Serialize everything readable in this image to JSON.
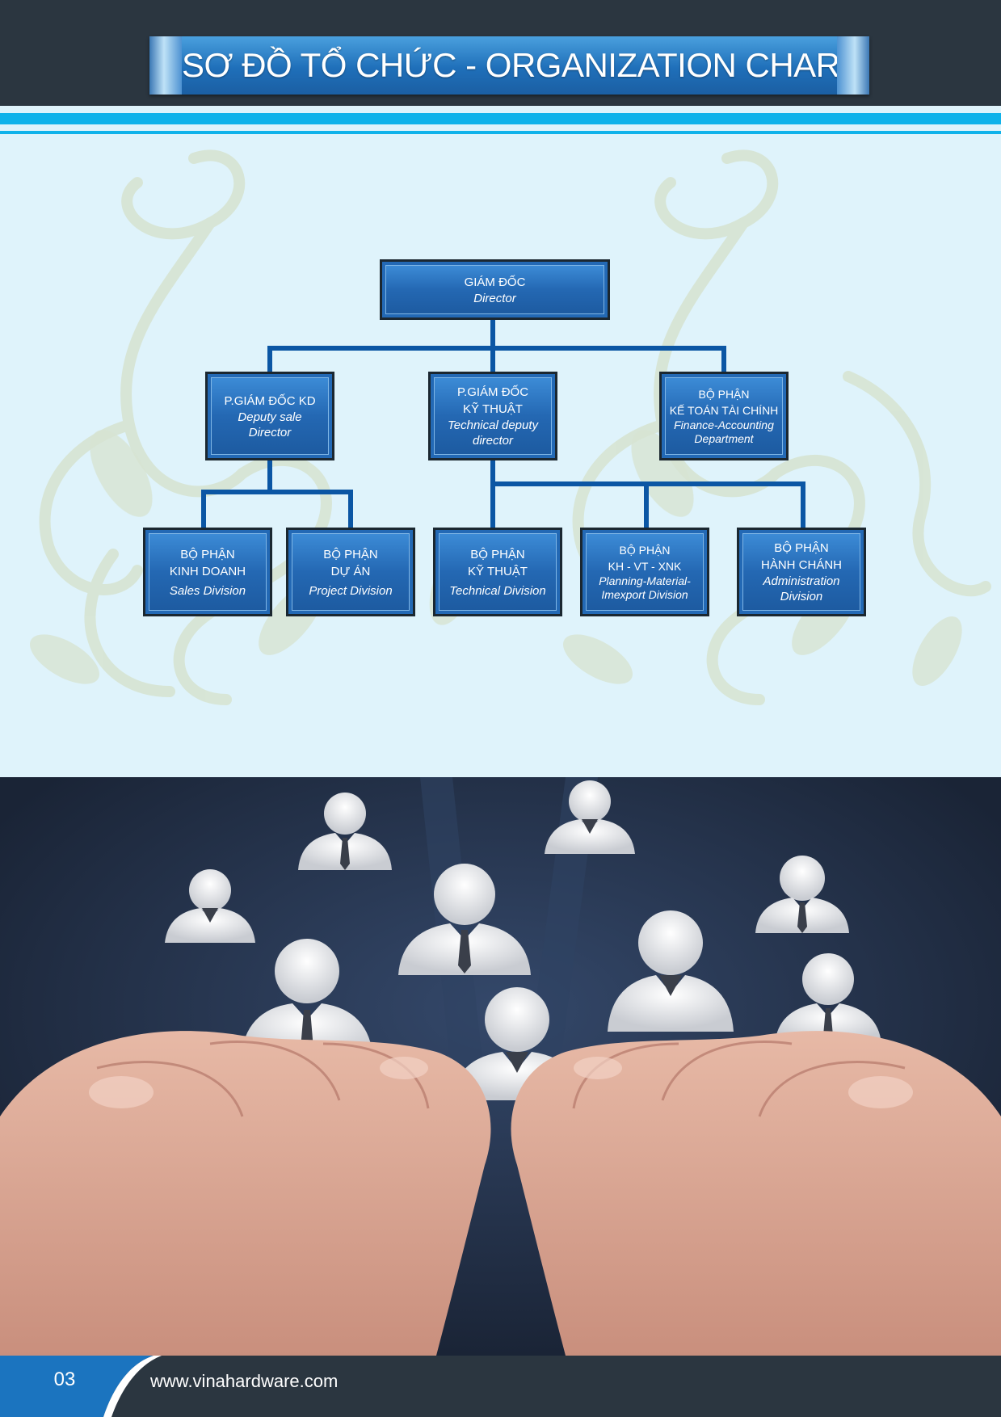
{
  "header": {
    "title": "SƠ ĐỒ TỔ CHỨC - ORGANIZATION CHART"
  },
  "org_chart": {
    "director": {
      "vn": "GIÁM ĐỐC",
      "en": "Director"
    },
    "deputy_sale": {
      "vn": "P.GIÁM ĐỐC KD",
      "en_1": "Deputy sale",
      "en_2": "Director"
    },
    "deputy_technical": {
      "vn_1": "P.GIÁM ĐỐC",
      "vn_2": "KỸ THUẬT",
      "en_1": "Technical deputy",
      "en_2": "director"
    },
    "finance": {
      "vn_1": "BỘ PHẬN",
      "vn_2": "KẾ TOÁN TÀI CHÍNH",
      "en_1": "Finance-Accounting",
      "en_2": "Department"
    },
    "sales": {
      "vn_1": "BỘ PHẬN",
      "vn_2": "KINH DOANH",
      "en": "Sales Division"
    },
    "project": {
      "vn_1": "BỘ PHẬN",
      "vn_2": "DỰ ÁN",
      "en": "Project Division"
    },
    "technical": {
      "vn_1": "BỘ PHẬN",
      "vn_2": "KỸ THUẬT",
      "en": "Technical Division"
    },
    "planning": {
      "vn_1": "BỘ PHẬN",
      "vn_2": "KH - VT - XNK",
      "en_1": "Planning-Material-",
      "en_2": "Imexport Division"
    },
    "administration": {
      "vn_1": "BỘ PHẬN",
      "vn_2": "HÀNH CHÁNH",
      "en_1": "Administration",
      "en_2": "Division"
    }
  },
  "footer": {
    "page_number": "03",
    "website": "www.vinahardware.com"
  },
  "colors": {
    "header_bg": "#2b3640",
    "accent_stripe": "#0fb2ea",
    "box_blue": "#2369b5",
    "connector": "#0b56a4",
    "page_bg": "#dff3fb"
  },
  "icons": {
    "photo": "hands-holding-people-icons"
  }
}
